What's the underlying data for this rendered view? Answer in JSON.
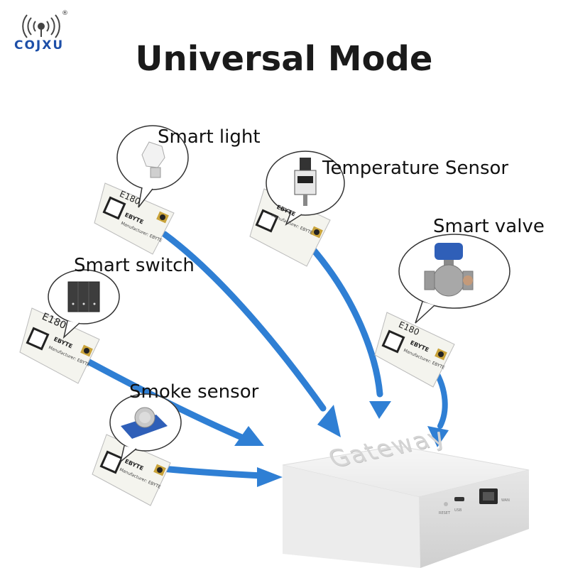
{
  "logo": {
    "name": "COJXU",
    "registered": "®"
  },
  "title": "Universal Mode",
  "devices": {
    "smart_light": "Smart light",
    "temperature_sensor": "Temperature Sensor",
    "smart_valve": "Smart valve",
    "smart_switch": "Smart switch",
    "smoke_sensor": "Smoke sensor"
  },
  "module": {
    "brand": "EBYTE",
    "model_prefix": "E180",
    "maker": "Manufacturer: EBYTE"
  },
  "gateway": {
    "label": "Gateway",
    "reset": "RESET",
    "usb": "USB",
    "wan": "WAN"
  },
  "colors": {
    "arrow": "#2f7fd4",
    "logo": "#1d4fa8"
  }
}
